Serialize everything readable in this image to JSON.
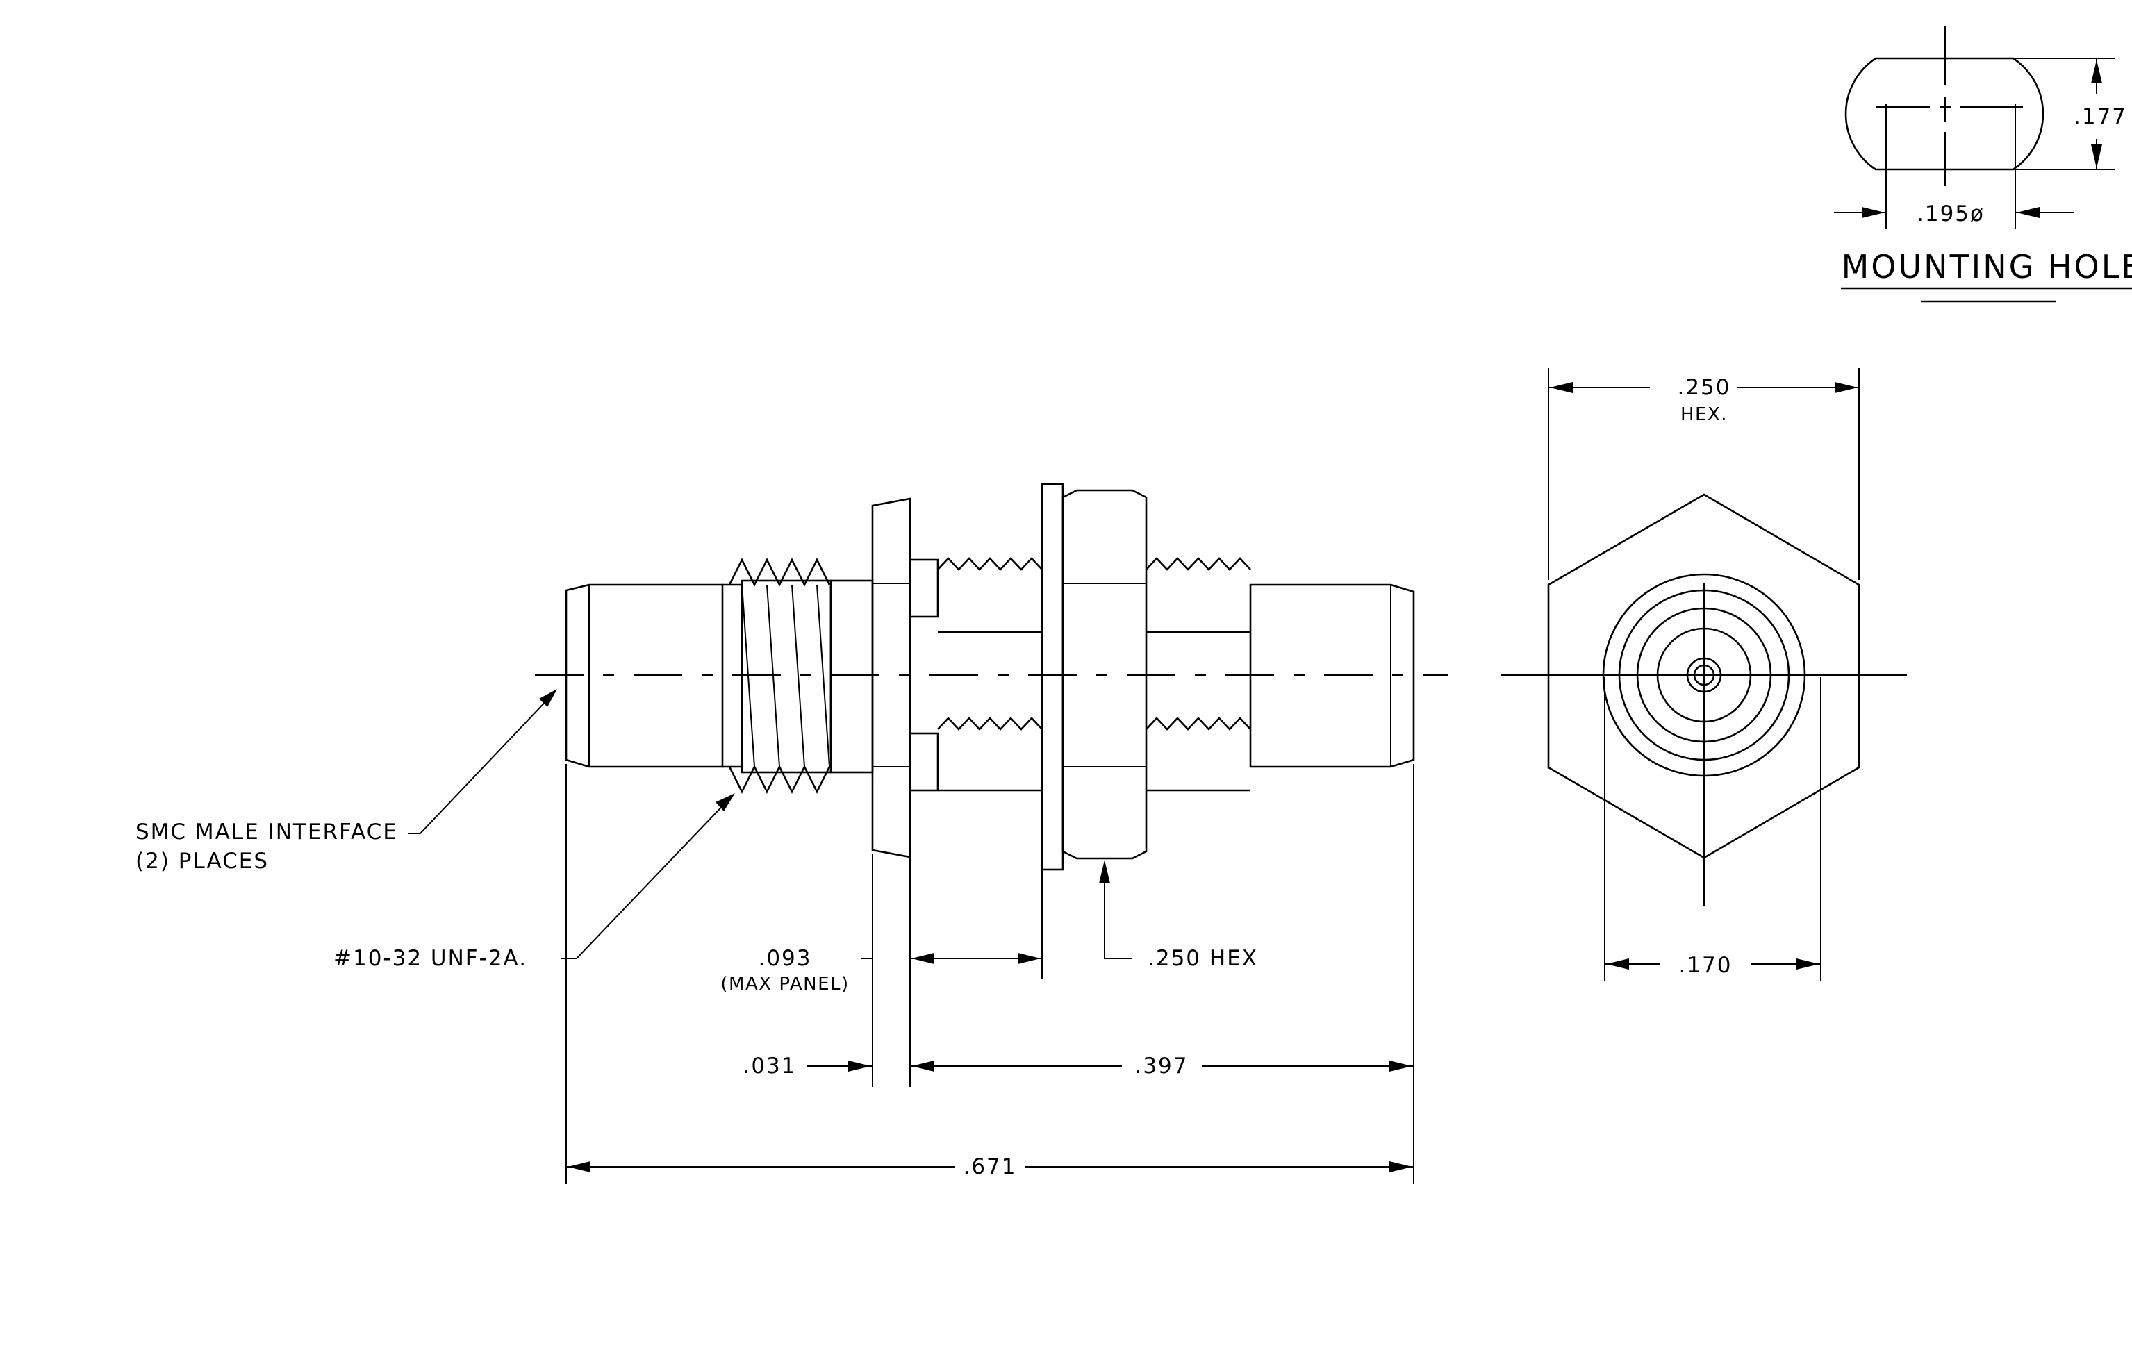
{
  "mounting_hole": {
    "title": "MOUNTING HOLE",
    "flat_dim": ".177",
    "dia_dim": ".195ø"
  },
  "end_view": {
    "hex_dim": ".250",
    "hex_sub": "HEX.",
    "flange_dim": ".170"
  },
  "side_view": {
    "interface_label_1": "SMC MALE INTERFACE",
    "interface_label_2": "(2)  PLACES",
    "thread_label": "#10-32 UNF-2A.",
    "panel_dim": ".093",
    "panel_sub": "(MAX PANEL)",
    "hex_dim": ".250 HEX",
    "dim_031": ".031",
    "dim_397": ".397",
    "dim_671": ".671"
  }
}
